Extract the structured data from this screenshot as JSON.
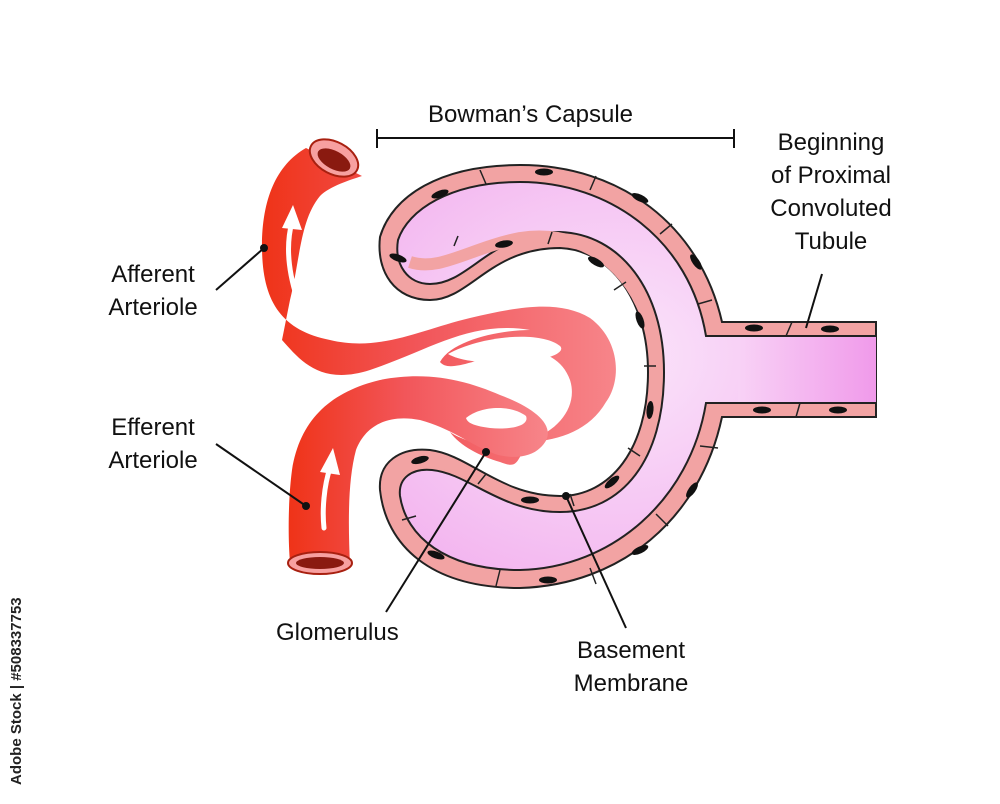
{
  "labels": {
    "bowmans_capsule": "Bowman’s Capsule",
    "proximal_tubule": [
      "Beginning",
      "of Proximal",
      "Convoluted",
      "Tubule"
    ],
    "afferent_arteriole": [
      "Afferent",
      "Arteriole"
    ],
    "efferent_arteriole": [
      "Efferent",
      "Arteriole"
    ],
    "glomerulus": "Glomerulus",
    "basement_membrane": [
      "Basement",
      "Membrane"
    ]
  },
  "watermark": "Adobe Stock | #508337753",
  "colors": {
    "vessel": "#f03a1c",
    "vessel_light": "#f7747a",
    "capsule_wall": "#f2a3a3",
    "capsule_wall_stroke": "#222222",
    "capsule_space": "#f5c2f3",
    "nucleus": "#111111"
  }
}
